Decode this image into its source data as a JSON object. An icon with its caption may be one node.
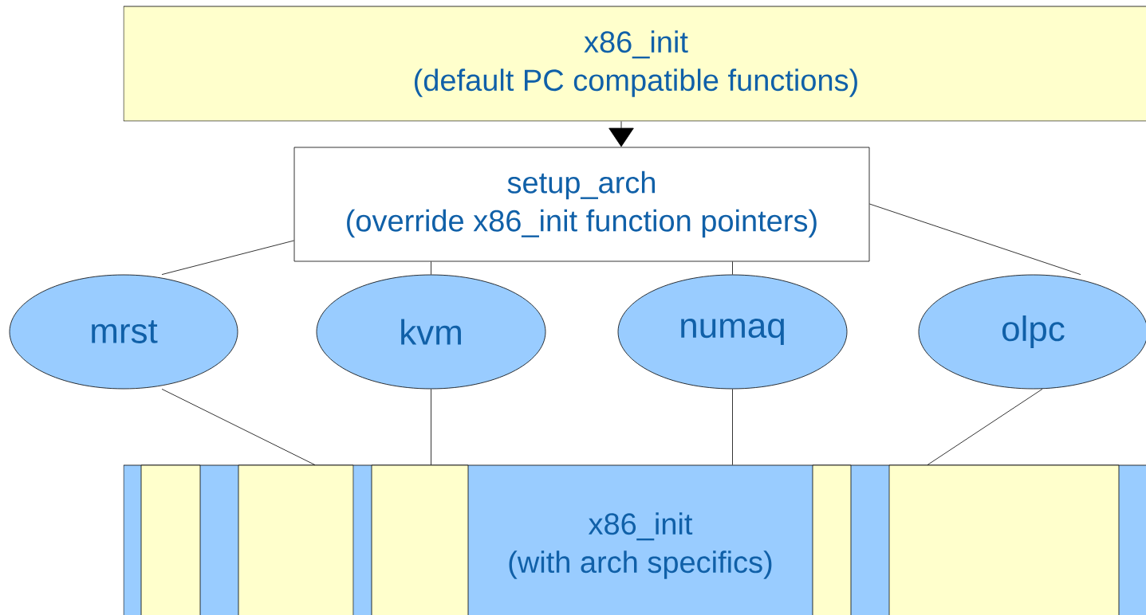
{
  "diagram": {
    "nodes": [
      {
        "text": [
          "x86_init",
          "(default PC compatible functions)"
        ]
      },
      {
        "text": [
          "setup_arch",
          "(override x86_init function pointers)"
        ]
      },
      {
        "text": [
          "mrst"
        ]
      },
      {
        "text": [
          "kvm"
        ]
      },
      {
        "text": [
          "numaq"
        ]
      },
      {
        "text": [
          "olpc"
        ]
      },
      {
        "text": [
          "x86_init",
          "(with arch specifics)"
        ]
      },
      {
        "text": [],
        "shape": "box",
        "in": 6
      },
      {
        "text": [],
        "shape": "box",
        "in": 6
      },
      {
        "text": [],
        "shape": "box",
        "in": 6
      },
      {
        "text": [],
        "shape": "box",
        "in": 6
      },
      {
        "text": [],
        "shape": "box",
        "in": 6
      }
    ],
    "edges": [
      {
        "from": 0,
        "to": 1,
        "arrow": "to"
      },
      {
        "from": 1,
        "to": 2,
        "arrow": "none"
      },
      {
        "from": 1,
        "to": 3,
        "arrow": "none"
      },
      {
        "from": 1,
        "to": 4,
        "arrow": "none"
      },
      {
        "from": 1,
        "to": 5,
        "arrow": "none"
      },
      {
        "from": 2,
        "to": 8,
        "arrow": "none"
      },
      {
        "from": 3,
        "to": 9,
        "arrow": "none"
      },
      {
        "from": 4,
        "to": 6,
        "arrow": "none"
      },
      {
        "from": 5,
        "to": 11,
        "arrow": "none"
      }
    ]
  }
}
